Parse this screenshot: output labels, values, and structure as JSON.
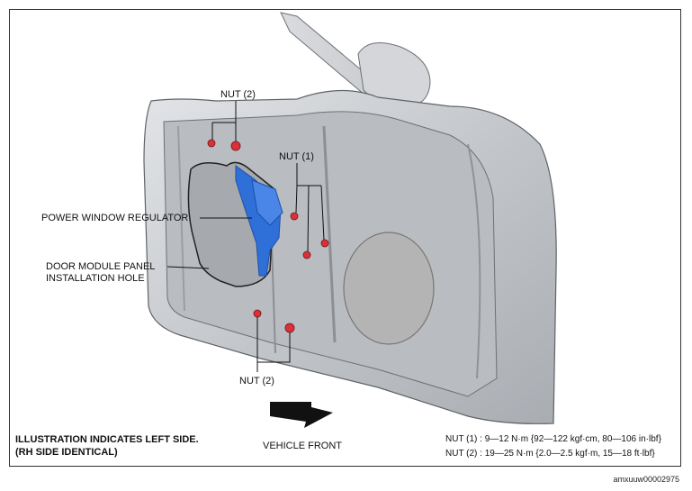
{
  "labels": {
    "nut2_top": "NUT (2)",
    "nut1": "NUT (1)",
    "regulator": "POWER WINDOW REGULATOR",
    "hole_line1": "DOOR MODULE PANEL",
    "hole_line2": "INSTALLATION HOLE",
    "nut2_bottom": "NUT (2)",
    "vehicle_front": "VEHICLE FRONT"
  },
  "note": {
    "line1": "ILLUSTRATION INDICATES LEFT SIDE.",
    "line2": "(RH SIDE IDENTICAL)"
  },
  "specs": {
    "nut1": "NUT (1) : 9—12 N·m {92—122 kgf·cm, 80—106 in·lbf}",
    "nut2": "NUT (2) : 19—25 N·m {2.0—2.5 kgf·m, 15—18 ft·lbf}"
  },
  "figure_code": "amxuuw00002975",
  "colors": {
    "door": "#c9ccd0",
    "door_dark": "#9a9ea3",
    "regulator": "#2f6fd8",
    "nut": "#d8313a"
  }
}
